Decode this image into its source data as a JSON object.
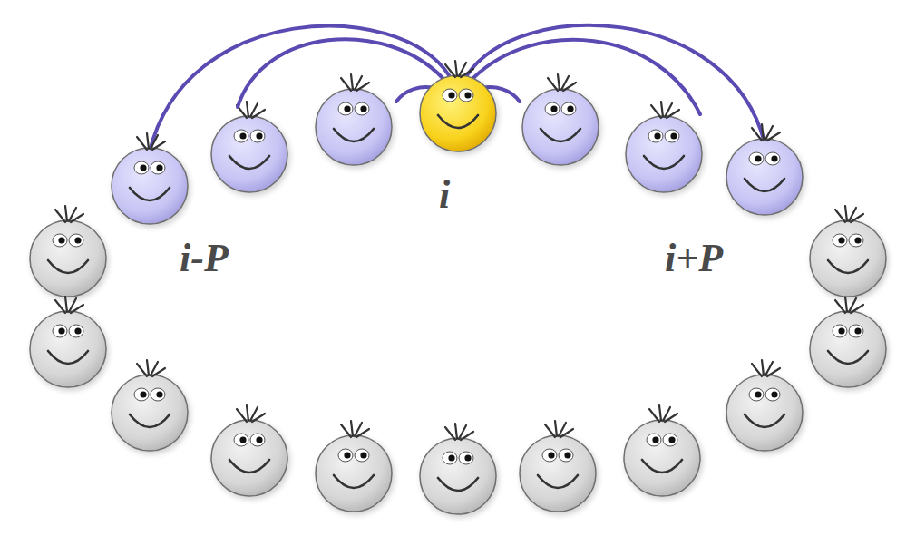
{
  "diagram": {
    "nodes": [
      {
        "text": [
          "i"
        ]
      },
      {
        "text": [
          "i-P"
        ]
      },
      {
        "text": [
          "i+P"
        ]
      }
    ],
    "edges": [
      {
        "from": 0,
        "to": 1,
        "arrow": "none"
      },
      {
        "from": 0,
        "to": 2,
        "arrow": "none"
      }
    ]
  }
}
